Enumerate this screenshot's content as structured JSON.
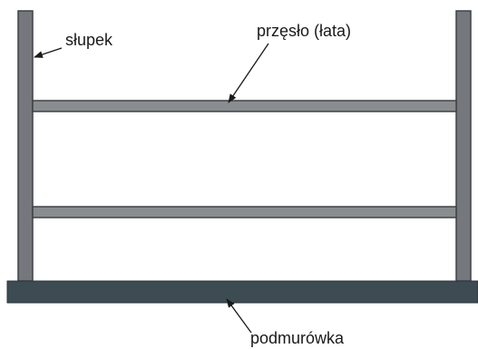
{
  "labels": {
    "post": "słupek",
    "rail": "przęsło (łata)",
    "foundation": "podmurówka"
  },
  "colors": {
    "post_fill": "#74777b",
    "post_stroke": "#3f4246",
    "rail_fill": "#8a8d90",
    "rail_stroke": "#3f4246",
    "foundation_fill": "#3d4b53",
    "foundation_stroke": "#2a353b",
    "arrow": "#1a1a1a",
    "text": "#1a1a1a"
  }
}
